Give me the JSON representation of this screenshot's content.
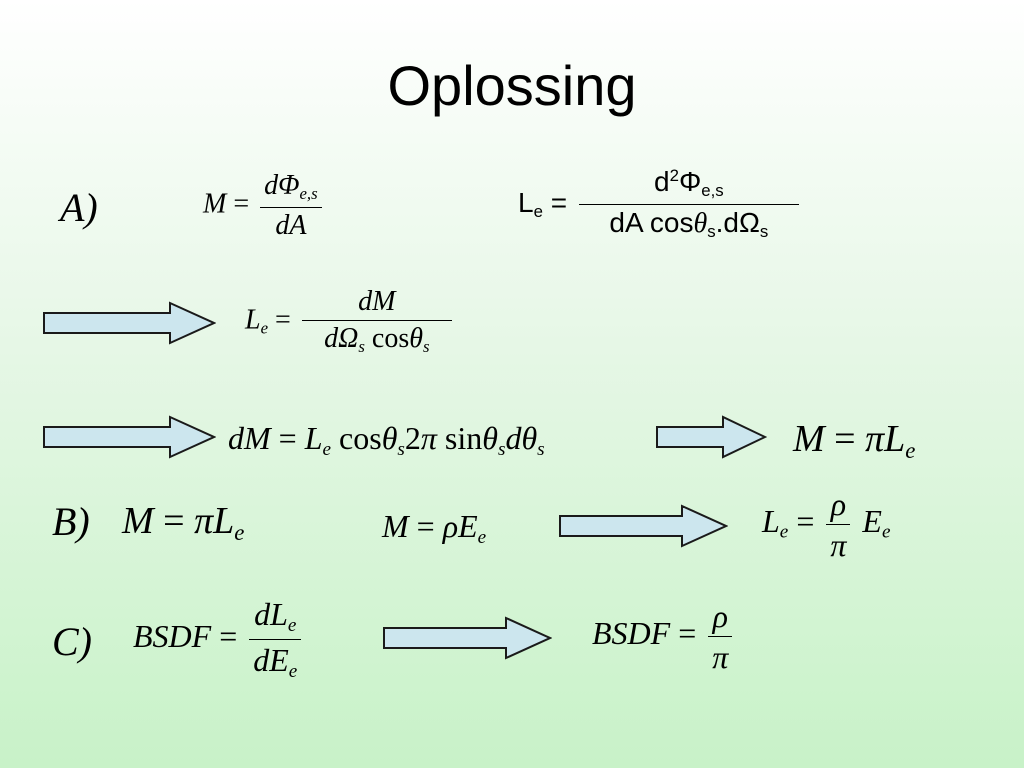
{
  "slide": {
    "title": "Oplossing"
  },
  "labels": {
    "a": "A)",
    "b": "B)",
    "c": "C)"
  },
  "formulas": {
    "a1": {
      "lhs": "M",
      "eq": "=",
      "num": "dΦ",
      "num_sub": "e,s",
      "den": "dA"
    },
    "a2": {
      "lhs": "L",
      "lhs_sub": "e",
      "eq": "=",
      "num": "d",
      "num_sup": "2",
      "num_phi": "Φ",
      "num_sub": "e,s",
      "den_a": "dA",
      "den_cos": "cos",
      "den_theta": "θ",
      "den_theta_sub": "s",
      "den_dot": ".dΩ",
      "den_sub": "s"
    },
    "a3": {
      "lhs": "L",
      "lhs_sub": "e",
      "eq": "=",
      "num": "dM",
      "den_a": "dΩ",
      "den_a_sub": "s",
      "den_cos": "cos",
      "den_theta": "θ",
      "den_theta_sub": "s"
    },
    "a4": {
      "p1": "dM",
      "eq": "=",
      "p2": "L",
      "p2_sub": "e",
      "cos": "cos",
      "theta1": "θ",
      "theta1_sub": "s",
      "two": "2",
      "pi": "π",
      "sin": "sin",
      "theta2": "θ",
      "theta2_sub": "s",
      "d": "d",
      "theta3": "θ",
      "theta3_sub": "s"
    },
    "a5": {
      "lhs": "M",
      "eq": "=",
      "pi": "π",
      "rhs": "L",
      "rhs_sub": "e"
    },
    "b1": {
      "lhs": "M",
      "eq": "=",
      "pi": "π",
      "rhs": "L",
      "rhs_sub": "e"
    },
    "b2": {
      "lhs": "M",
      "eq": "=",
      "rho": "ρ",
      "rhs": "E",
      "rhs_sub": "e"
    },
    "b3": {
      "lhs": "L",
      "lhs_sub": "e",
      "eq": "=",
      "num": "ρ",
      "den": "π",
      "rhs": "E",
      "rhs_sub": "e"
    },
    "c1": {
      "lhs": "BSDF",
      "eq": "=",
      "num": "dL",
      "num_sub": "e",
      "den": "dE",
      "den_sub": "e"
    },
    "c2": {
      "lhs": "BSDF",
      "eq": "=",
      "num": "ρ",
      "den": "π"
    }
  },
  "colors": {
    "arrow_fill": "#cce6ee",
    "arrow_stroke": "#1a1a1a"
  }
}
